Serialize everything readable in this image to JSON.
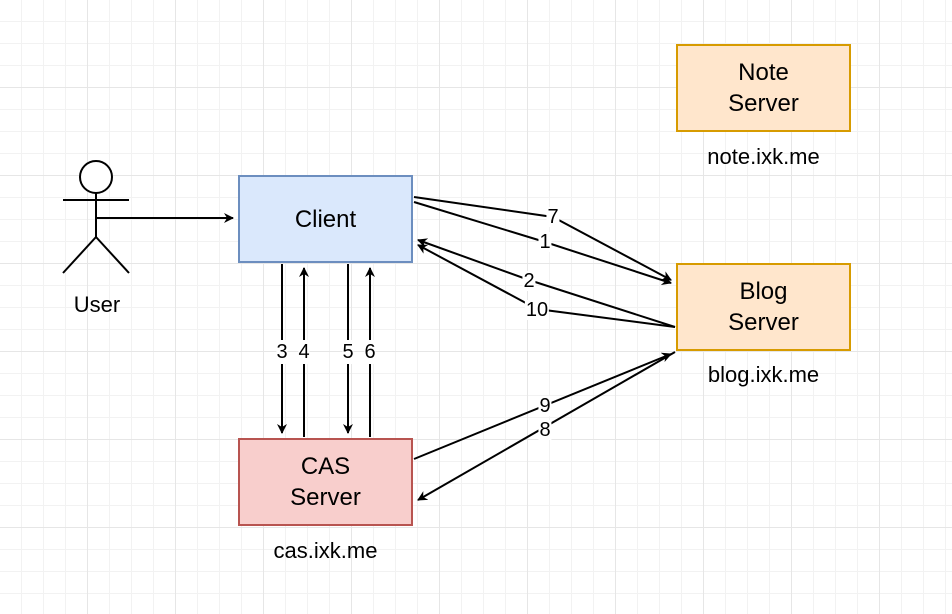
{
  "colors": {
    "client_fill": "#dae8fc",
    "client_stroke": "#6c8ebf",
    "cas_fill": "#f8cecc",
    "cas_stroke": "#b85450",
    "server_fill": "#ffe6cc",
    "server_stroke": "#d79b00",
    "edge": "#000000"
  },
  "actor": {
    "label": "User"
  },
  "nodes": {
    "client": {
      "label": "Client"
    },
    "cas": {
      "label": "CAS\nServer",
      "domain": "cas.ixk.me"
    },
    "blog": {
      "label": "Blog\nServer",
      "domain": "blog.ixk.me"
    },
    "note": {
      "label": "Note\nServer",
      "domain": "note.ixk.me"
    }
  },
  "edges": [
    {
      "id": "user-to-client",
      "from": "User",
      "to": "Client",
      "label": ""
    },
    {
      "id": "step-1",
      "from": "Client",
      "to": "Blog Server",
      "label": "1"
    },
    {
      "id": "step-2",
      "from": "Blog Server",
      "to": "Client",
      "label": "2"
    },
    {
      "id": "step-3",
      "from": "Client",
      "to": "CAS Server",
      "label": "3"
    },
    {
      "id": "step-4",
      "from": "CAS Server",
      "to": "Client",
      "label": "4"
    },
    {
      "id": "step-5",
      "from": "Client",
      "to": "CAS Server",
      "label": "5"
    },
    {
      "id": "step-6",
      "from": "CAS Server",
      "to": "Client",
      "label": "6"
    },
    {
      "id": "step-7",
      "from": "Client",
      "to": "Blog Server",
      "label": "7"
    },
    {
      "id": "step-8",
      "from": "Blog Server",
      "to": "CAS Server",
      "label": "8"
    },
    {
      "id": "step-9",
      "from": "CAS Server",
      "to": "Blog Server",
      "label": "9"
    },
    {
      "id": "step-10",
      "from": "Blog Server",
      "to": "Client",
      "label": "10"
    }
  ]
}
